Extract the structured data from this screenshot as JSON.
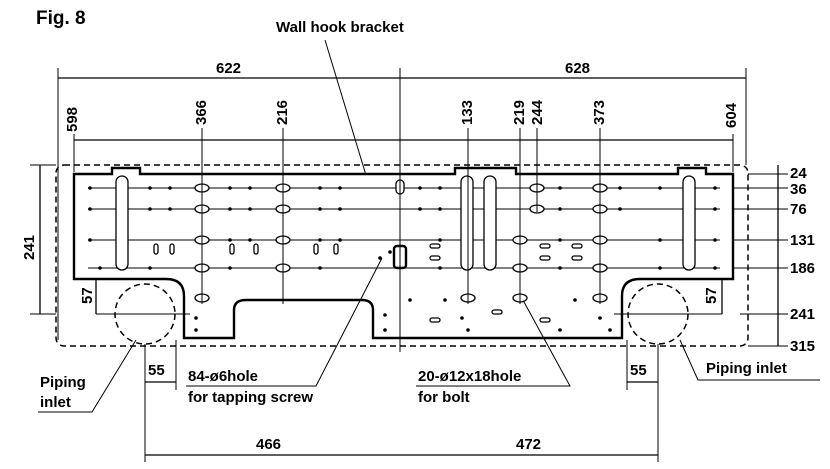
{
  "figure": {
    "title": "Fig. 8",
    "bracket_label": "Wall hook bracket"
  },
  "dimensions": {
    "top_left_span": "622",
    "top_right_span": "628",
    "left_offset": "598",
    "right_offset": "604",
    "x_366": "366",
    "x_216": "216",
    "x_133": "133",
    "x_219": "219",
    "x_244": "244",
    "x_373": "373",
    "height_total": "241",
    "inlet_height_left": "57",
    "inlet_height_right": "57",
    "y_24": "24",
    "y_36": "36",
    "y_76": "76",
    "y_131": "131",
    "y_186": "186",
    "y_241": "241",
    "y_315": "315",
    "inlet_offset_left": "55",
    "inlet_offset_right": "55",
    "bottom_left_span": "466",
    "bottom_right_span": "472"
  },
  "callouts": {
    "piping_inlet_left_line1": "Piping",
    "piping_inlet_left_line2": "inlet",
    "piping_inlet_right": "Piping inlet",
    "small_holes_line1": "84-ø6hole",
    "small_holes_line2": "for tapping screw",
    "bolt_holes_line1": "20-ø12x18hole",
    "bolt_holes_line2": "for bolt"
  }
}
